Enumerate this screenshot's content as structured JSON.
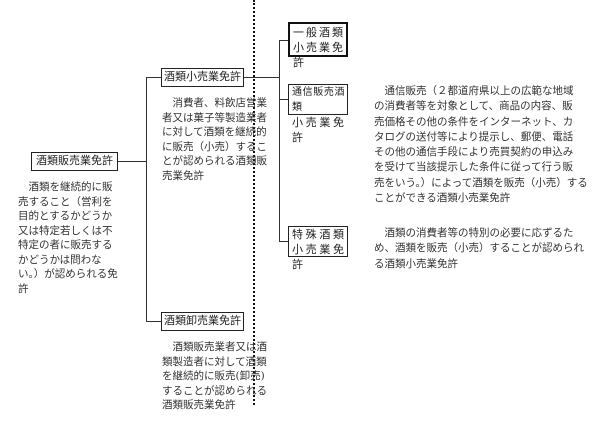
{
  "left": {
    "root_box": "酒類販売業免許",
    "root_desc": [
      "　酒類を継続的に販",
      "売すること（営利を",
      "目的とするかどうか",
      "又は特定若しくは不",
      "特定の者に販売する",
      "かどうかは問わな",
      "い。）が認められる免",
      "許"
    ],
    "retail_box": "酒類小売業免許",
    "retail_desc": [
      "　消費者、料飲店営業",
      "者又は菓子等製造業者",
      "に対して酒類を継続的",
      "に販売（小売）するこ",
      "とが認められる酒類販",
      "売業免許"
    ],
    "wholesale_box": "酒類卸売業免許",
    "wholesale_desc": [
      "　酒類販売業者又は酒",
      "類製造者に対して酒類",
      "を継続的に販売(卸売)",
      "することが認められる",
      "酒類販売業免許"
    ]
  },
  "right": {
    "general_box": [
      "一般酒類",
      "小売業免許"
    ],
    "mail_box": [
      "通信販売酒類",
      "小売業免許"
    ],
    "mail_desc": [
      "　通信販売（２都道府県以上の広範な地域",
      "の消費者等を対象として、商品の内容、販",
      "売価格その他の条件をインターネット、カ",
      "タログの送付等により提示し、郵便、電話",
      "その他の通信手段により売買契約の申込み",
      "を受けて当該提示した条件に従って行う販",
      "売をいう。）によって酒類を販売（小売）する",
      "ことができる酒類小売業免許"
    ],
    "special_box": [
      "特殊酒類",
      "小売業免許"
    ],
    "special_desc": [
      "　酒類の消費者等の特別の必要に応ずるた",
      "め、酒類を販売（小売）することが認められ",
      "る酒類小売業免許"
    ]
  }
}
